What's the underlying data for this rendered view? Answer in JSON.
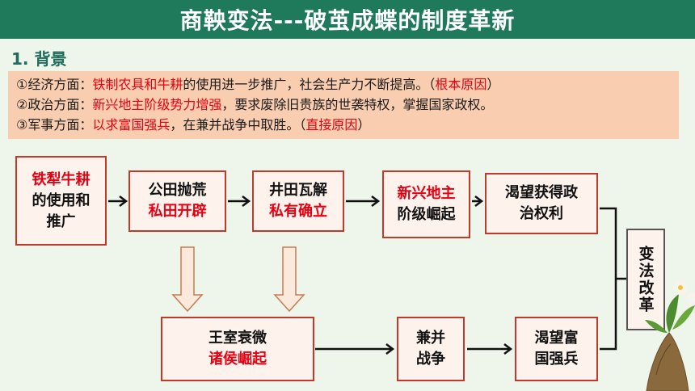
{
  "title": "商鞅变法---破茧成蝶的制度革新",
  "section": "1. 背景",
  "background": {
    "economy": {
      "prefix": "①经济方面：",
      "highlight": "铁制农具和牛耕",
      "text": "的使用进一步推广，社会生产力不断提高。（",
      "note": "根本原因",
      "close": "）"
    },
    "politics": {
      "prefix": "②政治方面：",
      "highlight": "新兴地主阶级势力增强",
      "text": "，要求废除旧贵族的世袭特权，掌握国家政权。"
    },
    "military": {
      "prefix": "③军事方面：",
      "highlight": "以求富国强兵",
      "text": "，在兼并战争中取胜。（",
      "note": "直接原因",
      "close": "）"
    }
  },
  "flow": {
    "box1": {
      "highlight": "铁犁牛耕",
      "line2": "的使用和",
      "line3": "推广"
    },
    "box2": {
      "line1": "公田抛荒",
      "highlight": "私田开辟"
    },
    "box3": {
      "line1": "井田瓦解",
      "highlight": "私有确立"
    },
    "box4": {
      "highlight": "新兴地主",
      "line2": "阶级崛起"
    },
    "box5": {
      "line1": "渴望获得政",
      "line2": "治权利"
    },
    "box6": {
      "line1": "王室衰微",
      "highlight": "诸侯崛起"
    },
    "box7": {
      "line1": "兼并",
      "line2": "战争"
    },
    "box8": {
      "line1": "渴望富",
      "line2": "国强兵"
    },
    "result": "变法改革"
  },
  "colors": {
    "title_bg": "#1f7a5c",
    "highlight": "#e60012",
    "box_border": "#c0392b",
    "bg_box": "#f9cdb0"
  }
}
